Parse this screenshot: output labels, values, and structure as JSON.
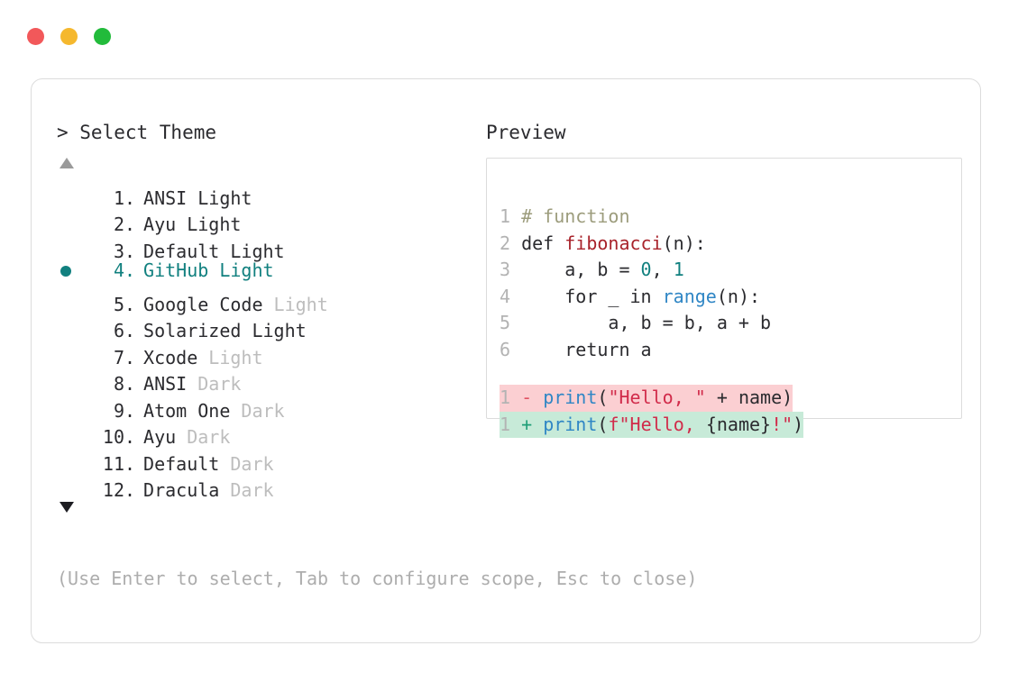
{
  "window": {
    "traffic_lights": [
      {
        "name": "close",
        "color": "#f2585a"
      },
      {
        "name": "minimize",
        "color": "#f5b82e"
      },
      {
        "name": "maximize",
        "color": "#22bb3b"
      }
    ]
  },
  "left_panel": {
    "prompt": "> Select Theme",
    "scroll_up_indicator": "▲",
    "scroll_down_indicator": "▼",
    "selected_index": 4,
    "items": [
      {
        "num": "1",
        "name": "ANSI",
        "variant": "Light",
        "variant_dim": false
      },
      {
        "num": "2",
        "name": "Ayu",
        "variant": "Light",
        "variant_dim": false
      },
      {
        "num": "3",
        "name": "Default",
        "variant": "Light",
        "variant_dim": false
      },
      {
        "num": "4",
        "name": "GitHub",
        "variant": "Light",
        "variant_dim": false
      },
      {
        "num": "5",
        "name": "Google Code",
        "variant": "Light",
        "variant_dim": true
      },
      {
        "num": "6",
        "name": "Solarized",
        "variant": "Light",
        "variant_dim": false
      },
      {
        "num": "7",
        "name": "Xcode",
        "variant": "Light",
        "variant_dim": true
      },
      {
        "num": "8",
        "name": "ANSI",
        "variant": "Dark",
        "variant_dim": true
      },
      {
        "num": "9",
        "name": "Atom One",
        "variant": "Dark",
        "variant_dim": true
      },
      {
        "num": "10",
        "name": "Ayu",
        "variant": "Dark",
        "variant_dim": true
      },
      {
        "num": "11",
        "name": "Default",
        "variant": "Dark",
        "variant_dim": true
      },
      {
        "num": "12",
        "name": "Dracula",
        "variant": "Dark",
        "variant_dim": true
      }
    ]
  },
  "right_panel": {
    "title": "Preview",
    "code_lines": [
      {
        "gutter": "1",
        "tokens": [
          {
            "t": "# function",
            "c": "c-comment"
          }
        ]
      },
      {
        "gutter": "2",
        "tokens": [
          {
            "t": "def ",
            "c": "c-keyword"
          },
          {
            "t": "fibonacci",
            "c": "c-func"
          },
          {
            "t": "(n):",
            "c": "c-plain"
          }
        ]
      },
      {
        "gutter": "3",
        "tokens": [
          {
            "t": "    a, b = ",
            "c": "c-plain"
          },
          {
            "t": "0",
            "c": "c-number"
          },
          {
            "t": ", ",
            "c": "c-plain"
          },
          {
            "t": "1",
            "c": "c-number"
          }
        ]
      },
      {
        "gutter": "4",
        "tokens": [
          {
            "t": "    for _ in ",
            "c": "c-plain"
          },
          {
            "t": "range",
            "c": "c-builtin"
          },
          {
            "t": "(n):",
            "c": "c-plain"
          }
        ]
      },
      {
        "gutter": "5",
        "tokens": [
          {
            "t": "        a, b = b, a + b",
            "c": "c-plain"
          }
        ]
      },
      {
        "gutter": "6",
        "tokens": [
          {
            "t": "    return a",
            "c": "c-plain"
          }
        ]
      }
    ],
    "diff_lines": [
      {
        "kind": "del",
        "gutter": "1",
        "sign": "-",
        "tokens": [
          {
            "t": "print",
            "c": "c-call"
          },
          {
            "t": "(",
            "c": "c-plain"
          },
          {
            "t": "\"Hello, \"",
            "c": "c-string"
          },
          {
            "t": " + name)",
            "c": "c-plain"
          }
        ]
      },
      {
        "kind": "add",
        "gutter": "1",
        "sign": "+",
        "tokens": [
          {
            "t": "print",
            "c": "c-call"
          },
          {
            "t": "(",
            "c": "c-plain"
          },
          {
            "t": "f\"Hello, ",
            "c": "c-string"
          },
          {
            "t": "{name}",
            "c": "c-plain"
          },
          {
            "t": "!\"",
            "c": "c-string"
          },
          {
            "t": ")",
            "c": "c-plain"
          }
        ]
      }
    ]
  },
  "footer": {
    "hint": "(Use Enter to select, Tab to configure scope, Esc to close)"
  }
}
